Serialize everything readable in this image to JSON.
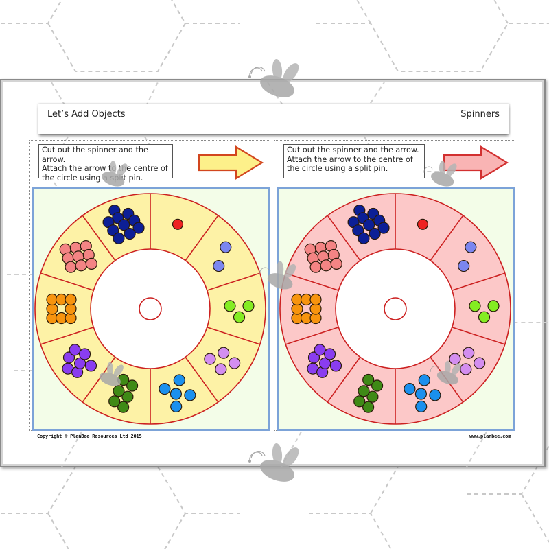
{
  "header": {
    "title": "Let’s Add Objects",
    "subtitle": "Spinners"
  },
  "instructions": {
    "text": "Cut out the spinner and the arrow. Attach the arrow to the centre of the circle using a split pin.",
    "line1": "Cut out the spinner and the arrow.",
    "line2": "Attach the arrow to the centre of",
    "line3": "the circle using a split pin."
  },
  "spinners": [
    {
      "name": "yellow-spinner",
      "ring_color": "#fdf2a6",
      "arrow_fill": "#fdf08a",
      "arrow_stroke": "#d2461e"
    },
    {
      "name": "pink-spinner",
      "ring_color": "#fcc8c8",
      "arrow_fill": "#f9b4b4",
      "arrow_stroke": "#d23030"
    }
  ],
  "segments": [
    {
      "count": 1,
      "color": "#ee2222",
      "label": "1"
    },
    {
      "count": 2,
      "color": "#7b86f0",
      "label": "2"
    },
    {
      "count": 3,
      "color": "#84ec22",
      "label": "3"
    },
    {
      "count": 4,
      "color": "#d38ef0",
      "label": "4"
    },
    {
      "count": 5,
      "color": "#1a90ee",
      "label": "5"
    },
    {
      "count": 6,
      "color": "#3f8a16",
      "label": "6"
    },
    {
      "count": 7,
      "color": "#8a3df0",
      "label": "7"
    },
    {
      "count": 8,
      "color": "#f7940e",
      "label": "8"
    },
    {
      "count": 9,
      "color": "#f48484",
      "label": "9"
    },
    {
      "count": 10,
      "color": "#0c1f96",
      "label": "10"
    }
  ],
  "colors": {
    "ring_stroke": "#cc2020",
    "panel_border": "#7ca3d8",
    "panel_bg": "#f3fde8"
  },
  "footer": {
    "copyright": "Copyright © PlanBee Resources Ltd 2015",
    "url": "www.planbee.com"
  },
  "icons": {
    "watermark": "bee-icon",
    "pointer": "arrow-right-icon"
  }
}
